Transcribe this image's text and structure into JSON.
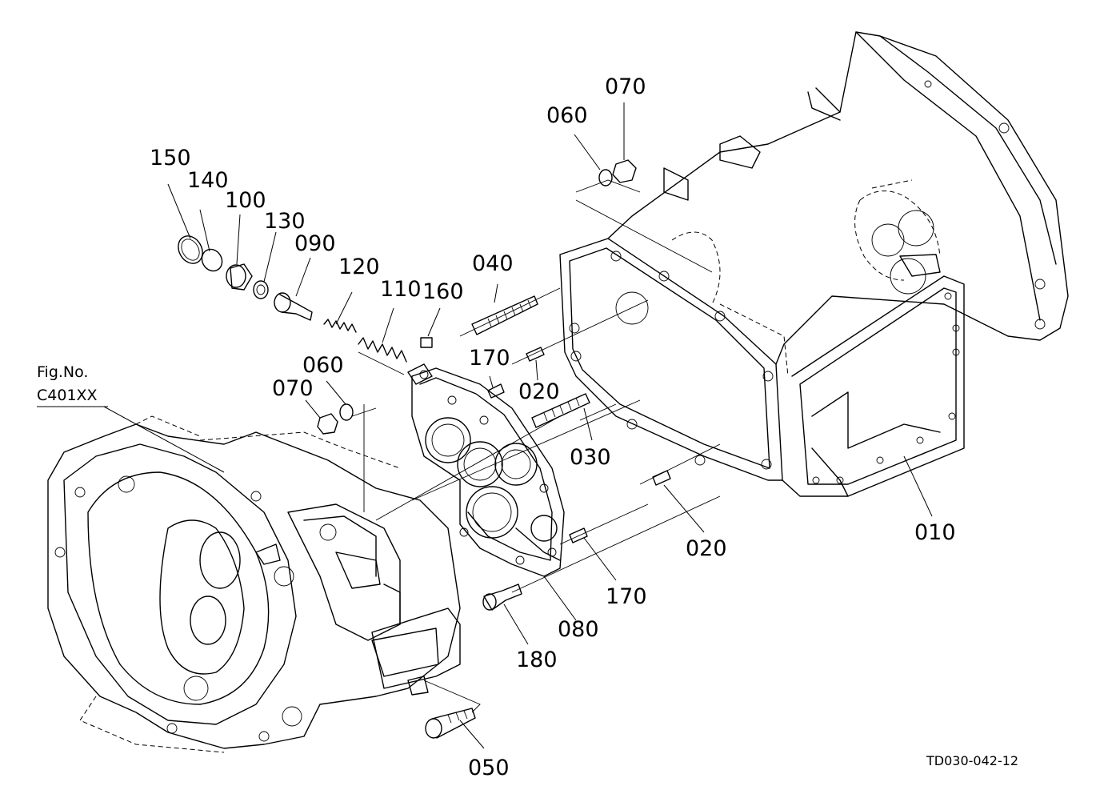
{
  "figure_ref": {
    "line1": "Fig.No.",
    "line2": "C401XX"
  },
  "drawing_code": "TD030-042-12",
  "callouts": {
    "c010": "010",
    "c020a": "020",
    "c020b": "020",
    "c030": "030",
    "c040": "040",
    "c050": "050",
    "c060a": "060",
    "c060b": "060",
    "c070a": "070",
    "c070b": "070",
    "c080": "080",
    "c090": "090",
    "c100": "100",
    "c110": "110",
    "c120": "120",
    "c130": "130",
    "c140": "140",
    "c150": "150",
    "c160": "160",
    "c170a": "170",
    "c170b": "170",
    "c180": "180"
  }
}
